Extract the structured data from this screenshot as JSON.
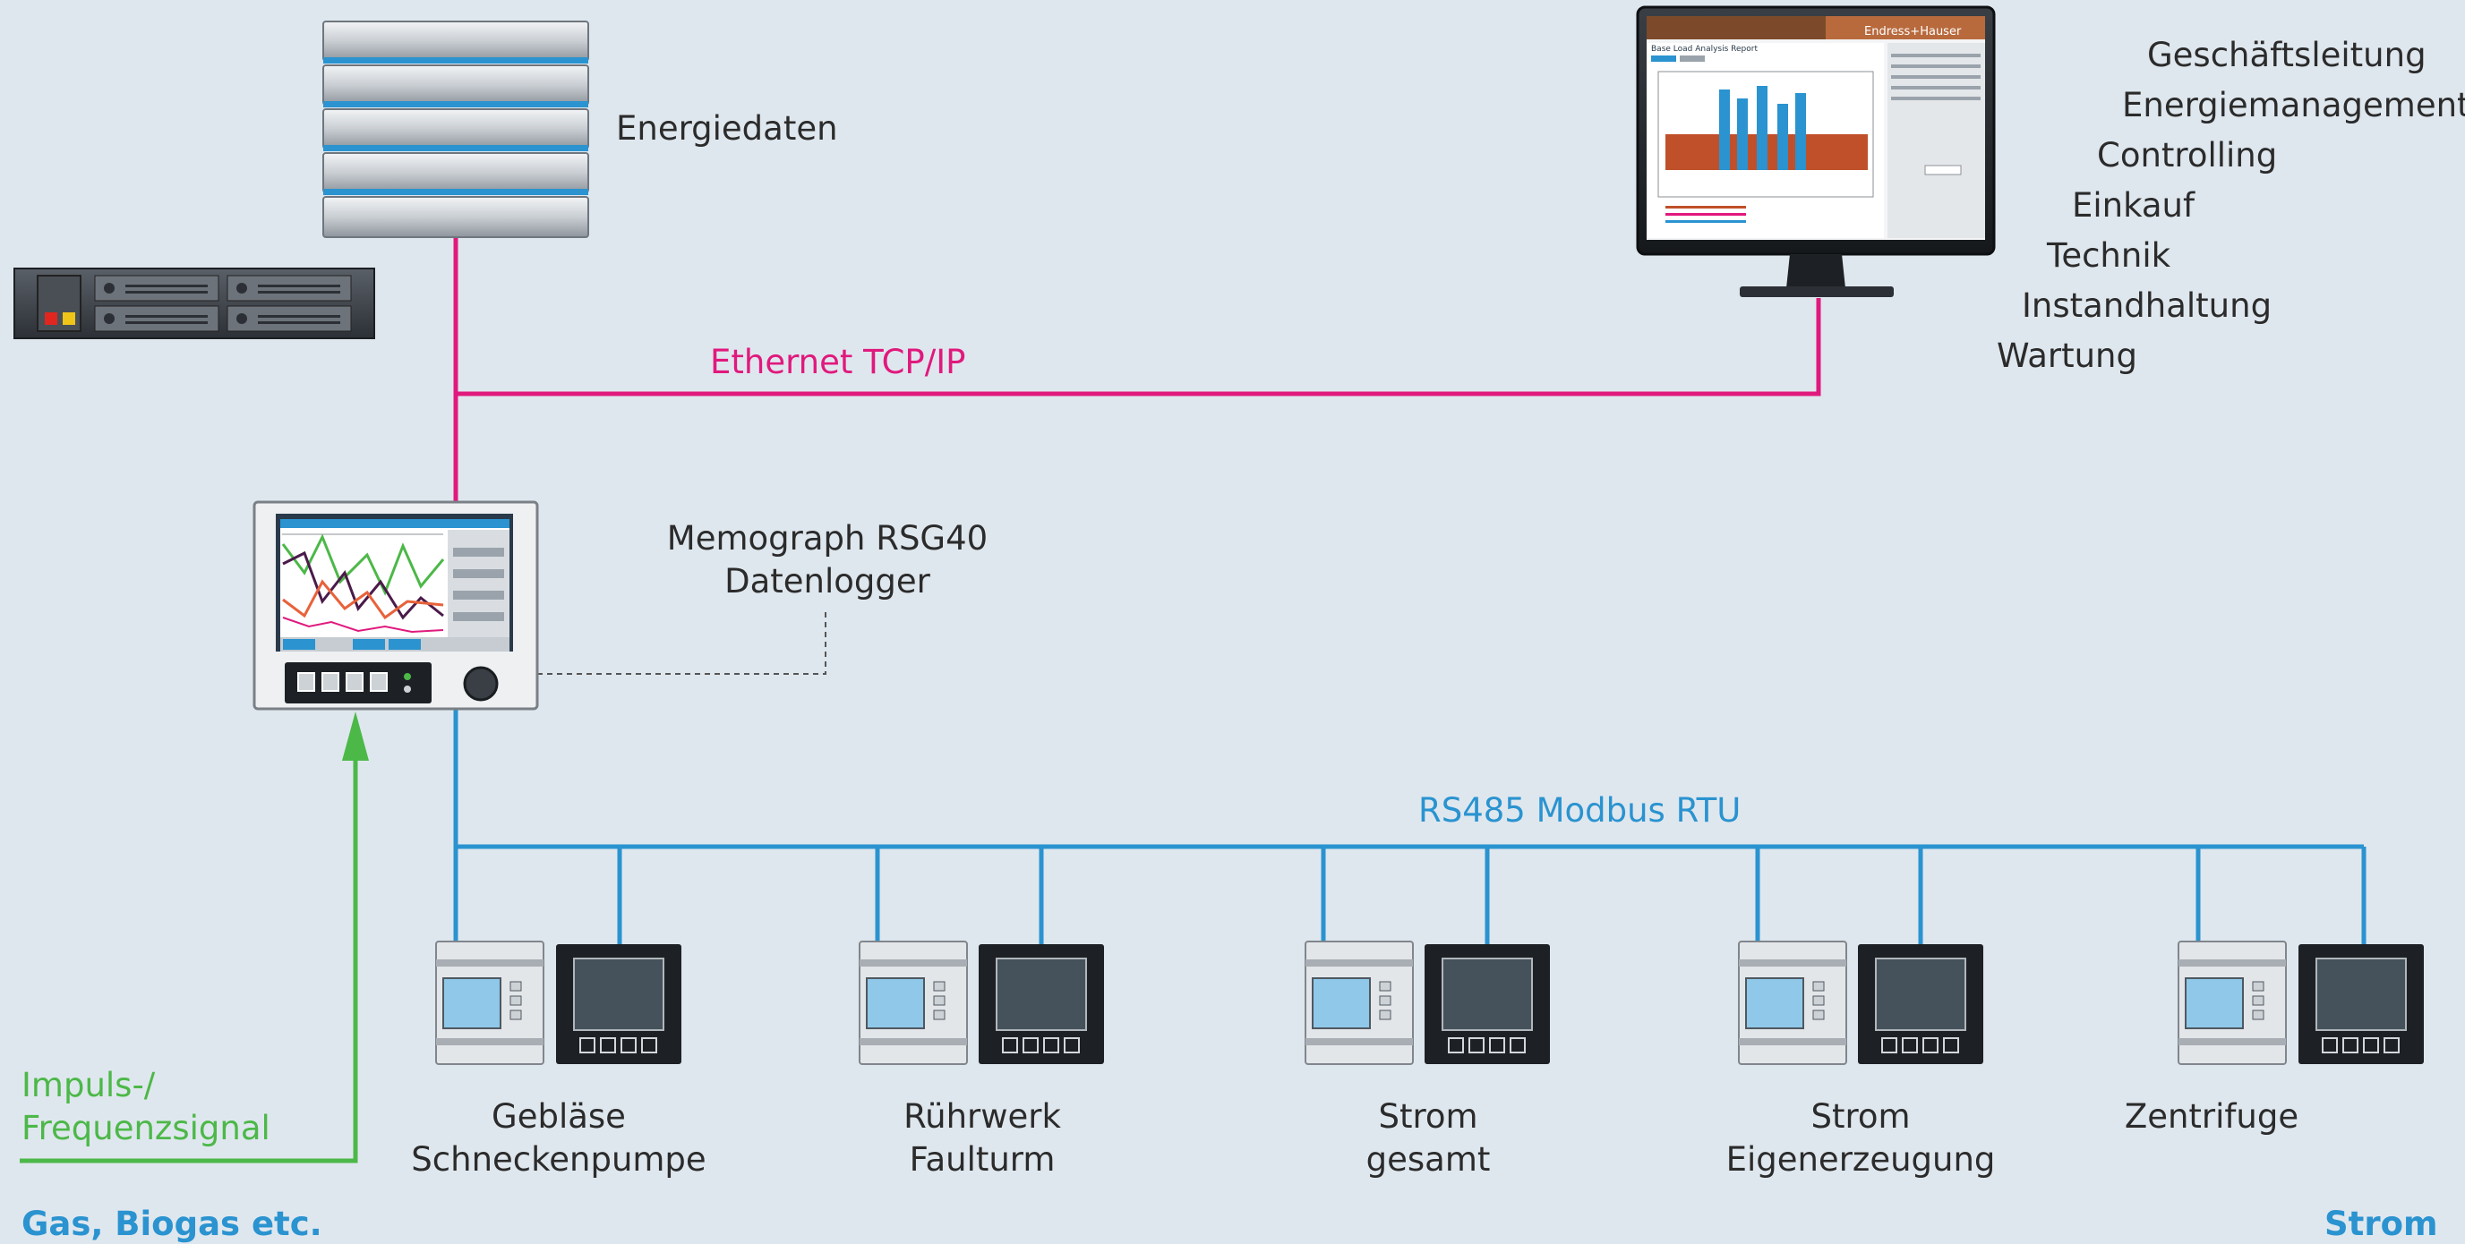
{
  "labels": {
    "energy_data": "Energiedaten",
    "ethernet": "Ethernet TCP/IP",
    "logger_name": "Memograph RSG40",
    "logger_type": "Datenlogger",
    "modbus": "RS485 Modbus RTU",
    "pulse_line1": "Impuls-/",
    "pulse_line2": "Frequenzsignal",
    "gas": "Gas, Biogas etc.",
    "power": "Strom",
    "monitor_brand": "Endress+Hauser",
    "monitor_report": "Base Load Analysis Report"
  },
  "roles": [
    "Geschäftsleitung",
    "Energiemanagement",
    "Controlling",
    "Einkauf",
    "Technik",
    "Instandhaltung",
    "Wartung"
  ],
  "devices": [
    {
      "line1": "Gebläse",
      "line2": "Schneckenpumpe"
    },
    {
      "line1": "Rührwerk",
      "line2": "Faulturm"
    },
    {
      "line1": "Strom",
      "line2": "gesamt"
    },
    {
      "line1": "Strom",
      "line2": "Eigenerzeugung"
    },
    {
      "line1": "Zentrifuge",
      "line2": ""
    }
  ],
  "colors": {
    "ethernet": "#e0197d",
    "modbus": "#2a93d0",
    "pulse": "#4cb848",
    "accent_text": "#2a93d0",
    "background": "#dfe7ee"
  }
}
